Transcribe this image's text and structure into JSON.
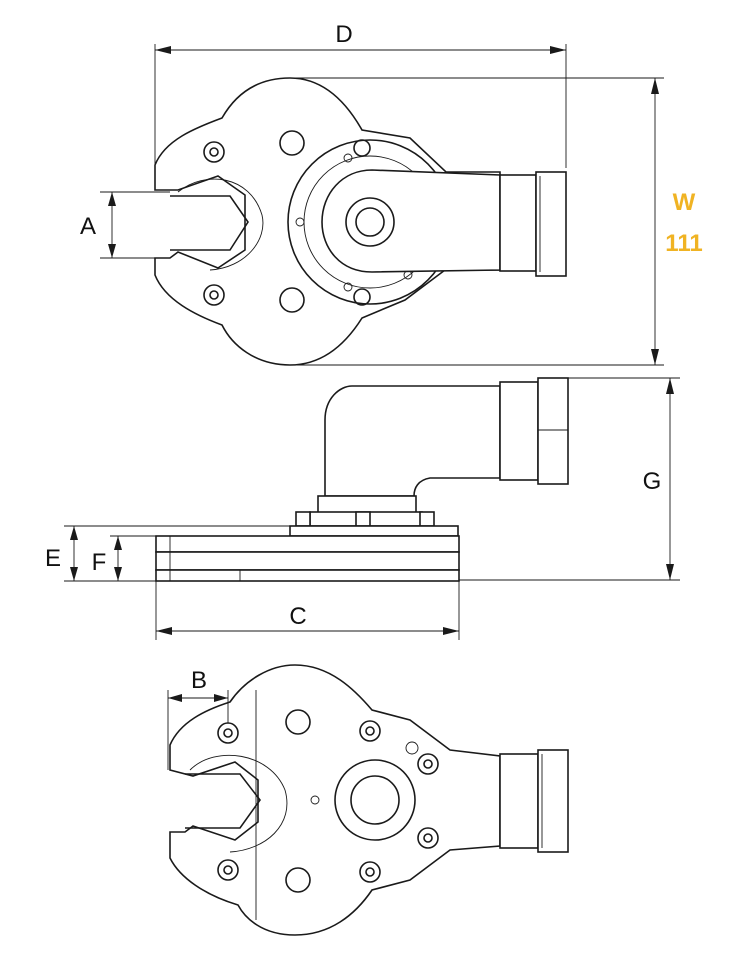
{
  "labels": {
    "a": "A",
    "b": "B",
    "c": "C",
    "d": "D",
    "e": "E",
    "f": "F",
    "g": "G",
    "w": "W",
    "w_value": "111"
  },
  "colors": {
    "highlight": "#f0b323",
    "line": "#1a1a1a"
  }
}
